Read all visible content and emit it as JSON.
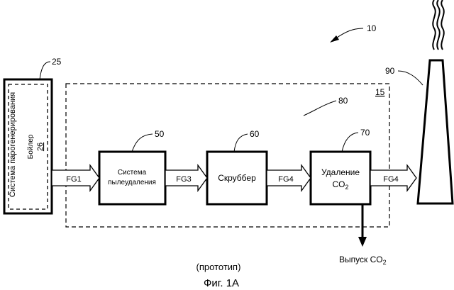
{
  "refs": {
    "system": "10",
    "boiler_system": "25",
    "enclosure": "15",
    "dust_removal": "50",
    "scrubber": "60",
    "co2_removal": "70",
    "region": "80",
    "stack": "90"
  },
  "boiler": {
    "system_label": "Система парогенерирования",
    "boiler_label": "Бойлер",
    "boiler_number": "26"
  },
  "blocks": {
    "dust_line1": "Система",
    "dust_line2": "пылеудаления",
    "scrubber": "Скруббер",
    "co2_line1": "Удаление",
    "co2_text": "CO",
    "co2_sub": "2"
  },
  "flows": {
    "fg1": "FG1",
    "fg3": "FG3",
    "fg4a": "FG4",
    "fg4b": "FG4"
  },
  "outlet": {
    "text": "Выпуск CO",
    "sub": "2"
  },
  "caption": {
    "note": "(прототип)",
    "figure": "Фиг. 1А"
  }
}
